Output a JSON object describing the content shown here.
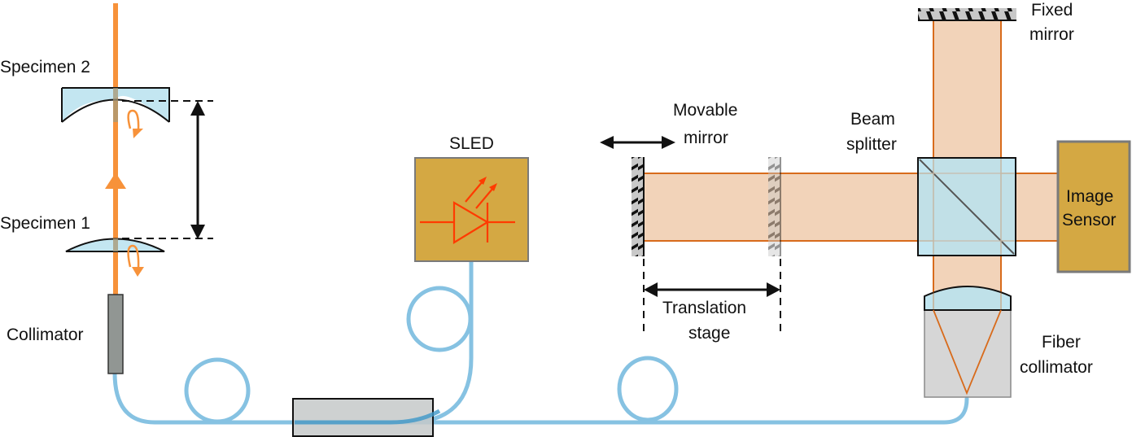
{
  "labels": {
    "specimen2": "Specimen 2",
    "specimen1": "Specimen 1",
    "collimator": "Collimator",
    "sled": "SLED",
    "movable_mirror_line1": "Movable",
    "movable_mirror_line2": "mirror",
    "beam_splitter_line1": "Beam",
    "beam_splitter_line2": "splitter",
    "fixed_mirror_line1": "Fixed",
    "fixed_mirror_line2": "mirror",
    "image_sensor_line1": "Image",
    "image_sensor_line2": "Sensor",
    "translation_stage_line1": "Translation",
    "translation_stage_line2": "stage",
    "fiber_collimator_line1": "Fiber",
    "fiber_collimator_line2": "collimator"
  },
  "colors": {
    "probe_beam": "#f7923a",
    "interferometer_beam_fill": "#f2d3b9",
    "interferometer_beam_edge": "#d86b1c",
    "fiber": "#86c2e2",
    "lens_glass": "#b9e2ee",
    "sled_body": "#d4a843",
    "led_symbol": "#ff3b00",
    "collimator_body": "#919693",
    "coupler_body": "#c6c9c9",
    "fiber_collimator_body": "#d6d6d6",
    "mirror_backing": "#c8c8c8"
  }
}
